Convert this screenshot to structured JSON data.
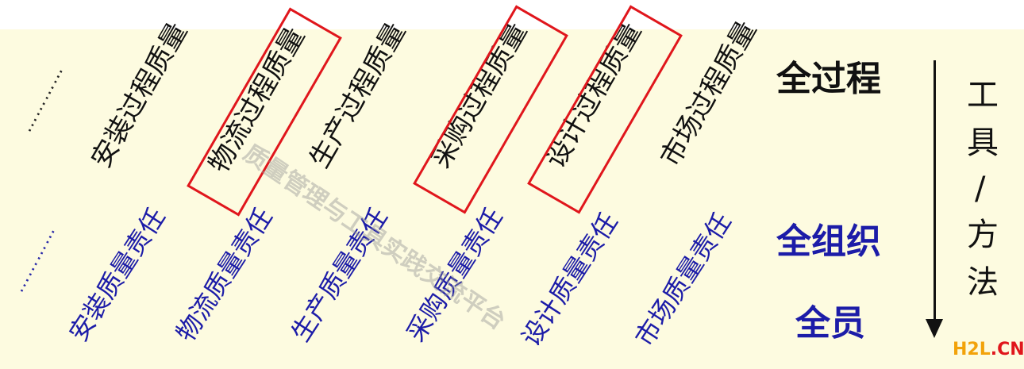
{
  "processes": [
    "安装过程质量",
    "物流过程质量",
    "生产过程质量",
    "采购过程质量",
    "设计过程质量",
    "市场过程质量"
  ],
  "responsibilities": [
    "安装质量责任",
    "物流质量责任",
    "生产质量责任",
    "采购质量责任",
    "设计质量责任",
    "市场质量责任"
  ],
  "ellipsis": "…………",
  "headings": {
    "full_process": "全过程",
    "full_organization": "全组织",
    "full_staff": "全员"
  },
  "tools_label": [
    "工",
    "具",
    "/",
    "方",
    "法"
  ],
  "watermark": "质量管理与工具实践交流平台",
  "logo": {
    "part1": "H2L",
    "part2": ".CN"
  },
  "colors": {
    "background": "#fdfbe0",
    "highlight_box": "#e0161c",
    "responsibility_text": "#1c1ca8",
    "heading_blue": "#1c1ca8"
  },
  "highlighted_processes": [
    "物流过程质量",
    "采购过程质量",
    "设计过程质量"
  ]
}
